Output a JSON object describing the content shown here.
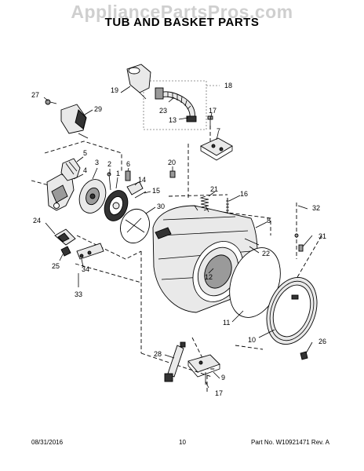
{
  "header": {
    "watermark": "AppliancePartsPros.com",
    "title": "TUB AND BASKET PARTS"
  },
  "callouts": {
    "c1": "1",
    "c2": "2",
    "c3": "3",
    "c4": "4",
    "c5": "5",
    "c6": "6",
    "c7": "7",
    "c8": "8",
    "c9": "9",
    "c10": "10",
    "c11": "11",
    "c12": "12",
    "c13": "13",
    "c14": "14",
    "c15": "15",
    "c16": "16",
    "c17a": "17",
    "c17b": "17",
    "c18": "18",
    "c19": "19",
    "c20": "20",
    "c21": "21",
    "c22": "22",
    "c23": "23",
    "c24": "24",
    "c25": "25",
    "c26": "26",
    "c27": "27",
    "c28": "28",
    "c29": "29",
    "c30": "30",
    "c31": "31",
    "c32": "32",
    "c33": "33",
    "c34": "34"
  },
  "footer": {
    "date": "08/31/2016",
    "page": "10",
    "part_no": "Part No. W10921471  Rev. A"
  }
}
